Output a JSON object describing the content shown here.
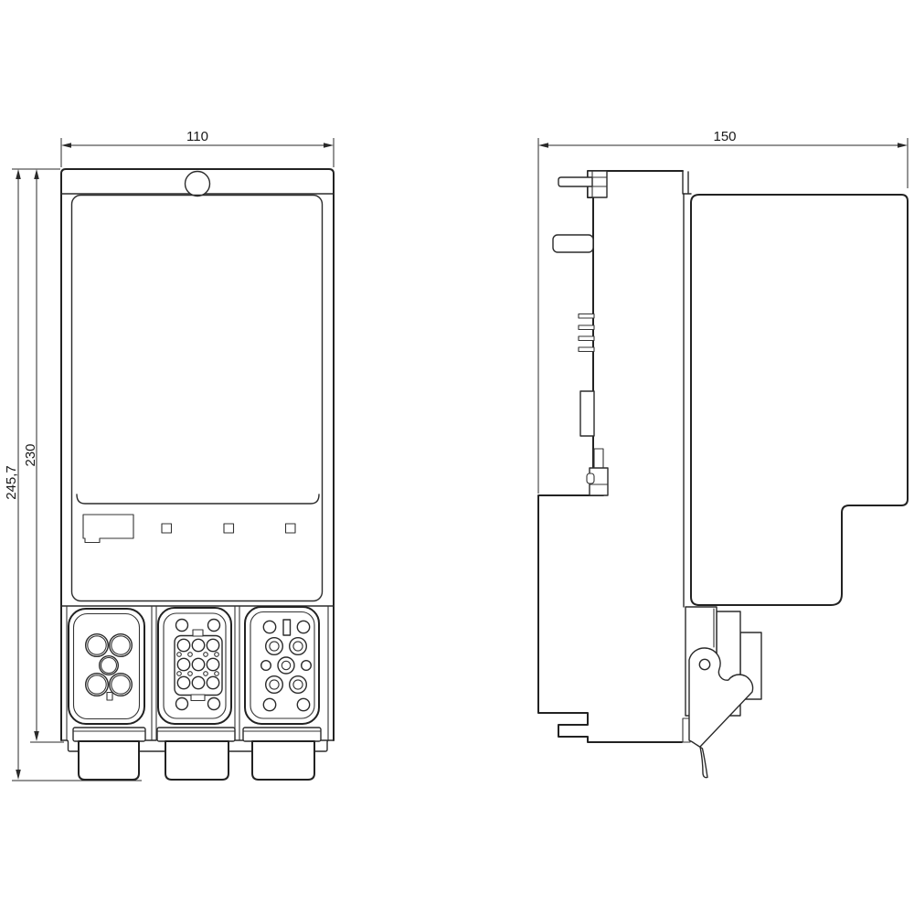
{
  "page": {
    "background_color": "#ffffff"
  },
  "drawing": {
    "type": "technical-dimension-drawing",
    "line_color": "#222222",
    "dimension_line_color": "#2a2a2a",
    "views": {
      "front": {
        "dim_width": "110",
        "dim_height_overall": "245,7",
        "dim_height_body": "230"
      },
      "side": {
        "dim_depth": "150"
      }
    }
  }
}
